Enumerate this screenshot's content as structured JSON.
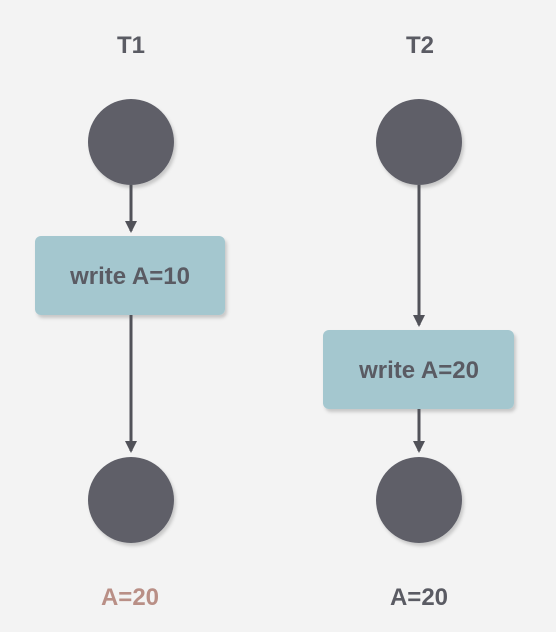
{
  "lanes": [
    {
      "title": "T1",
      "op_label": "write A=10",
      "result": "A=20",
      "result_color": "#b98f86"
    },
    {
      "title": "T2",
      "op_label": "write A=20",
      "result": "A=20",
      "result_color": "#5a5b63"
    }
  ],
  "colors": {
    "background": "#f3f3f3",
    "node_fill": "#5e5f68",
    "box_fill": "#a4c7cf",
    "edge_stroke": "#515259",
    "text": "#5a5b63"
  }
}
